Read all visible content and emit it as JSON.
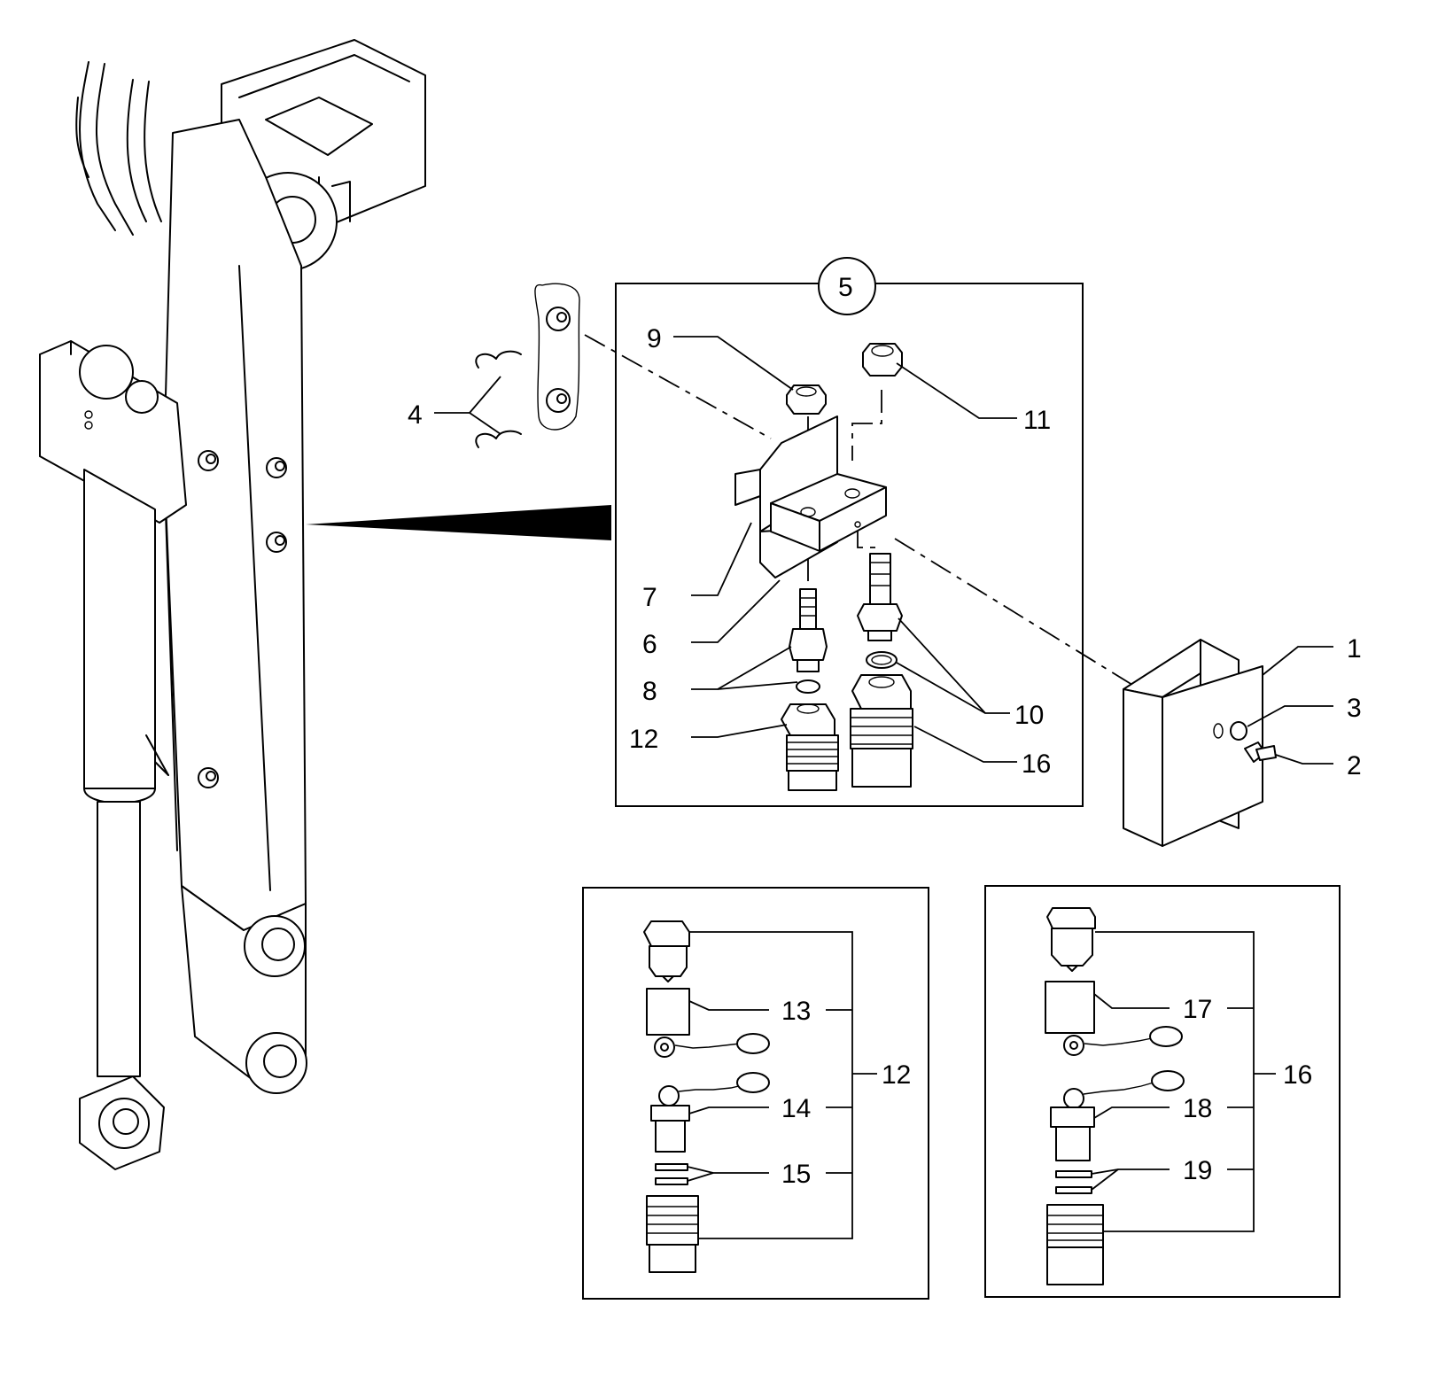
{
  "callouts": {
    "c1": "1",
    "c2": "2",
    "c3": "3",
    "c4": "4",
    "c5": "5",
    "c6": "6",
    "c7": "7",
    "c8": "8",
    "c9": "9",
    "c10": "10",
    "c11": "11",
    "c12": "12",
    "c16": "16",
    "kit12": {
      "c13": "13",
      "c14": "14",
      "c15": "15",
      "c12": "12"
    },
    "kit16": {
      "c17": "17",
      "c18": "18",
      "c19": "19",
      "c16": "16"
    }
  }
}
